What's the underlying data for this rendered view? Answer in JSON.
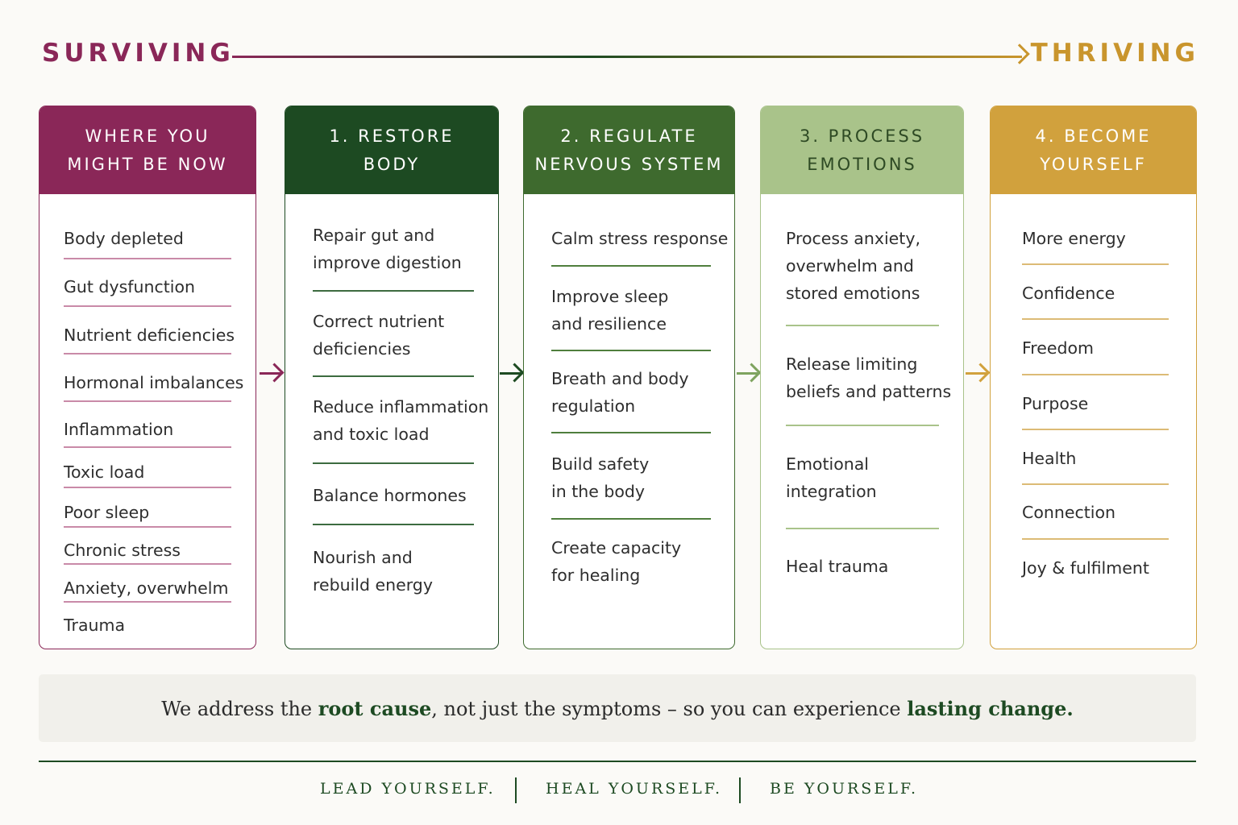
{
  "header": {
    "left": "SURVIVING",
    "right": "THRIVING"
  },
  "columns": [
    {
      "title": "WHERE YOU\nMIGHT BE NOW",
      "items": [
        "Body depleted",
        "Gut dysfunction",
        "Nutrient deficiencies",
        "Hormonal imbalances",
        "Inflammation",
        "Toxic load",
        "Poor sleep",
        "Chronic stress",
        "Anxiety, overwhelm",
        "Trauma"
      ]
    },
    {
      "title": "1. RESTORE\nBODY",
      "items": [
        "Repair gut and\nimprove digestion",
        "Correct nutrient\ndeficiencies",
        "Reduce inflammation\nand toxic load",
        "Balance hormones",
        "Nourish and\nrebuild energy"
      ]
    },
    {
      "title": "2. REGULATE\nNERVOUS SYSTEM",
      "items": [
        "Calm stress response",
        "Improve sleep\nand resilience",
        "Breath and body\nregulation",
        "Build safety\nin the body",
        "Create capacity\nfor healing"
      ]
    },
    {
      "title": "3. PROCESS\nEMOTIONS",
      "items": [
        "Process anxiety,\noverwhelm and\nstored emotions",
        "Release limiting\nbeliefs and patterns",
        "Emotional\nintegration",
        "Heal trauma"
      ]
    },
    {
      "title": "4. BECOME\nYOURSELF",
      "items": [
        "More energy",
        "Confidence",
        "Freedom",
        "Purpose",
        "Health",
        "Connection",
        "Joy & fulfilment"
      ]
    }
  ],
  "banner": {
    "part1": "We address the ",
    "bold1": "root cause",
    "part2": ", not just the symptoms – so you can experience ",
    "bold2": "lasting change."
  },
  "footer": {
    "m1": "LEAD YOURSELF.",
    "m2": "HEAL YOURSELF.",
    "m3": "BE YOURSELF."
  },
  "colors": {
    "plum": "#8a2758",
    "forest": "#1d4a22",
    "moss": "#3e6a2e",
    "sage": "#a9c38a",
    "gold": "#d1a13d"
  }
}
